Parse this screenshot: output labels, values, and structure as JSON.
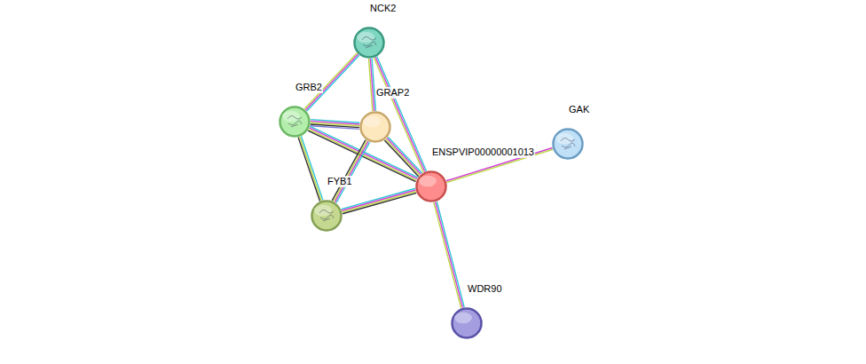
{
  "diagram": {
    "nodes": [
      {
        "text": [
          "NCK2"
        ]
      },
      {
        "text": [
          "GRB2"
        ]
      },
      {
        "text": [
          "GRAP2"
        ]
      },
      {
        "text": [
          "ENSPVIP00000001013"
        ]
      },
      {
        "text": [
          "GAK"
        ]
      },
      {
        "text": [
          "FYB1"
        ]
      },
      {
        "text": [
          "WDR90"
        ]
      }
    ],
    "edges": [
      {
        "from": 0,
        "to": 1,
        "arrow": "none"
      },
      {
        "from": 0,
        "to": 2,
        "arrow": "none"
      },
      {
        "from": 0,
        "to": 3,
        "arrow": "none"
      },
      {
        "from": 1,
        "to": 2,
        "arrow": "none"
      },
      {
        "from": 1,
        "to": 3,
        "arrow": "none"
      },
      {
        "from": 1,
        "to": 5,
        "arrow": "none"
      },
      {
        "from": 2,
        "to": 3,
        "arrow": "none"
      },
      {
        "from": 2,
        "to": 5,
        "arrow": "none"
      },
      {
        "from": 5,
        "to": 3,
        "arrow": "none"
      },
      {
        "from": 3,
        "to": 4,
        "arrow": "none"
      },
      {
        "from": 3,
        "to": 6,
        "arrow": "none"
      }
    ]
  }
}
